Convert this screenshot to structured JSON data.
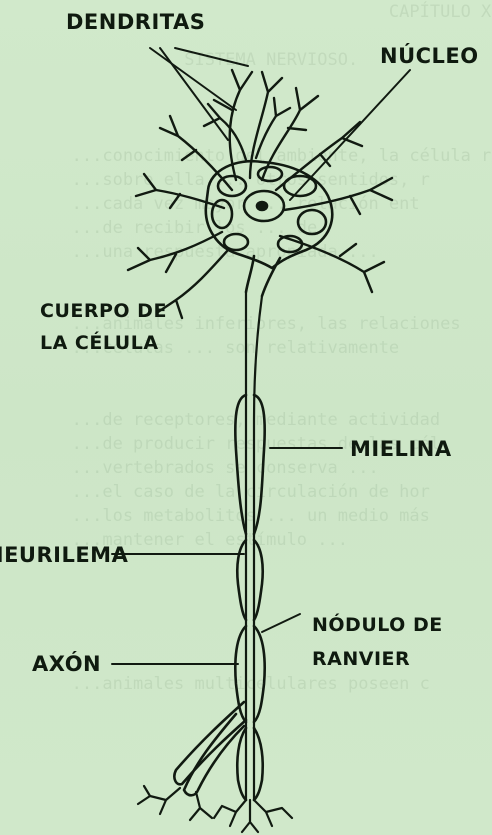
{
  "labels": {
    "dendritas": "DENDRITAS",
    "nucleo": "NÚCLEO",
    "cuerpo_line1": "CUERPO DE",
    "cuerpo_line2": "LA CÉLULA",
    "mielina": "MIELINA",
    "neurilema": "NEURILEMA",
    "nodulo_line1": "NÓDULO DE",
    "nodulo_line2": "RANVIER",
    "axon": "AXÓN"
  },
  "colors": {
    "background": "#cfe7c9",
    "ink": "#0f1a0f"
  }
}
